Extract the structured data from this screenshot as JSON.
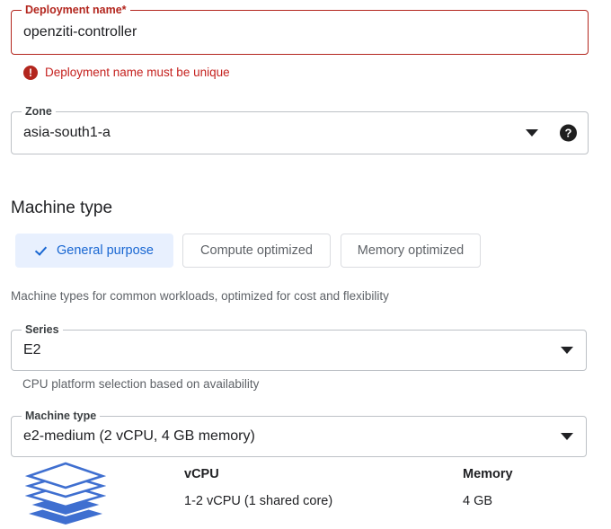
{
  "colors": {
    "error_red": "#b3261e",
    "error_text": "#c5221f",
    "accent_blue": "#1967d2",
    "chip_selected_bg": "#e8f0fe",
    "icon_blue": "#3f6fd0",
    "border_gray": "#bdc1c6",
    "muted_text": "#5f6368"
  },
  "deployment_name": {
    "label": "Deployment name",
    "required_marker": "*",
    "value": "openziti-controller",
    "placeholder": "Deployment name",
    "error_message": "Deployment name must be unique",
    "error_icon": "error-exclamation-icon"
  },
  "zone": {
    "label": "Zone",
    "value": "asia-south1-a",
    "dropdown_icon": "chevron-down-icon",
    "help_icon": "help-question-icon",
    "help_glyph": "?"
  },
  "machine_type_section": {
    "title": "Machine type",
    "chips": [
      {
        "label": "General purpose",
        "selected": true,
        "icon": "check-icon"
      },
      {
        "label": "Compute optimized",
        "selected": false
      },
      {
        "label": "Memory optimized",
        "selected": false
      }
    ],
    "description": "Machine types for common workloads, optimized for cost and flexibility"
  },
  "series": {
    "label": "Series",
    "value": "E2",
    "dropdown_icon": "chevron-down-icon",
    "helper_text": "CPU platform selection based on availability"
  },
  "machine_type": {
    "label": "Machine type",
    "value": "e2-medium (2 vCPU, 4 GB memory)",
    "dropdown_icon": "chevron-down-icon"
  },
  "specs": {
    "icon": "stacked-layers-icon",
    "columns": [
      {
        "header": "vCPU",
        "value": "1-2 vCPU (1 shared core)"
      },
      {
        "header": "Memory",
        "value": "4 GB"
      }
    ]
  }
}
